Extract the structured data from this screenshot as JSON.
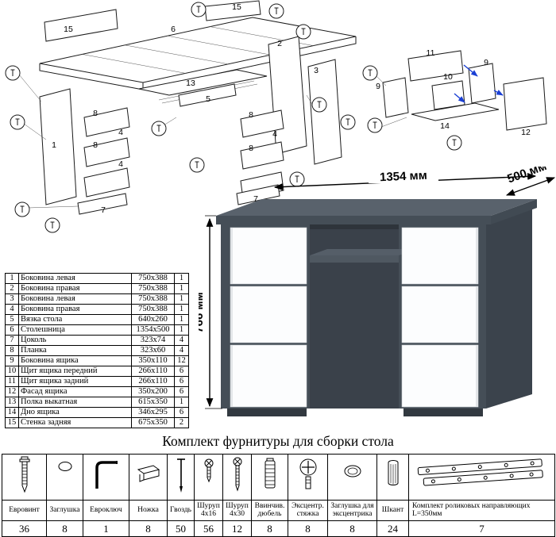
{
  "hardware_title": "Комплект фурнитуры для сборки стола",
  "desk": {
    "width_label": "1354 мм",
    "depth_label": "500 мм",
    "height_label": "766 мм",
    "colors": {
      "top": "#59626c",
      "body": "#454e57",
      "side": "#3b434c",
      "interior": "#3a414a",
      "tray": "#4f5861",
      "drawer": "#fcfdfe",
      "plinth": "#323940"
    }
  },
  "parts_table": {
    "rows": [
      {
        "num": "1",
        "name": "Боковина левая",
        "size": "750x388",
        "qty": "1"
      },
      {
        "num": "2",
        "name": "Боковина правая",
        "size": "750x388",
        "qty": "1"
      },
      {
        "num": "3",
        "name": "Боковина левая",
        "size": "750x388",
        "qty": "1"
      },
      {
        "num": "4",
        "name": "Боковина правая",
        "size": "750x388",
        "qty": "1"
      },
      {
        "num": "5",
        "name": "Вязка стола",
        "size": "640x260",
        "qty": "1"
      },
      {
        "num": "6",
        "name": "Столешница",
        "size": "1354x500",
        "qty": "1"
      },
      {
        "num": "7",
        "name": "Цоколь",
        "size": "323x74",
        "qty": "4"
      },
      {
        "num": "8",
        "name": "Планка",
        "size": "323x60",
        "qty": "4"
      },
      {
        "num": "9",
        "name": "Боковина ящика",
        "size": "350x110",
        "qty": "12"
      },
      {
        "num": "10",
        "name": "Щит ящика передний",
        "size": "266x110",
        "qty": "6"
      },
      {
        "num": "11",
        "name": "Щит ящика задний",
        "size": "266x110",
        "qty": "6"
      },
      {
        "num": "12",
        "name": "Фасад ящика",
        "size": "350x200",
        "qty": "6"
      },
      {
        "num": "13",
        "name": "Полка выкатная",
        "size": "615x350",
        "qty": "1"
      },
      {
        "num": "14",
        "name": "Дно ящика",
        "size": "346x295",
        "qty": "6"
      },
      {
        "num": "15",
        "name": "Стенка задняя",
        "size": "675x350",
        "qty": "2"
      }
    ]
  },
  "hardware": {
    "items": [
      {
        "name": "Евровинт",
        "qty": "36",
        "icon": "euro-screw"
      },
      {
        "name": "Заглушка",
        "qty": "8",
        "icon": "cap"
      },
      {
        "name": "Евроключ",
        "qty": "1",
        "icon": "hex-key"
      },
      {
        "name": "Ножка",
        "qty": "8",
        "icon": "leg"
      },
      {
        "name": "Гвоздь",
        "qty": "50",
        "icon": "nail"
      },
      {
        "name": "Шуруп 4x16",
        "qty": "56",
        "icon": "screw-short"
      },
      {
        "name": "Шуруп 4x30",
        "qty": "12",
        "icon": "screw-long"
      },
      {
        "name": "Ввинчив. дюбель",
        "qty": "8",
        "icon": "dowel-insert"
      },
      {
        "name": "Эксцентр. стяжка",
        "qty": "8",
        "icon": "cam-lock"
      },
      {
        "name": "Заглушка для эксцентрика",
        "qty": "8",
        "icon": "cam-cap"
      },
      {
        "name": "Шкант",
        "qty": "24",
        "icon": "wood-dowel"
      },
      {
        "name": "Комплект роликовых направляющих L=350мм",
        "qty": "7",
        "icon": "roller-rails"
      }
    ]
  },
  "diagram_main": {
    "callouts": [
      "15",
      "6",
      "15",
      "2",
      "3",
      "13",
      "1",
      "8",
      "4",
      "8",
      "4",
      "7",
      "5",
      "8",
      "4",
      "8",
      "7"
    ]
  },
  "diagram_drawer": {
    "callouts": [
      "11",
      "9",
      "9",
      "10",
      "14",
      "12"
    ]
  }
}
